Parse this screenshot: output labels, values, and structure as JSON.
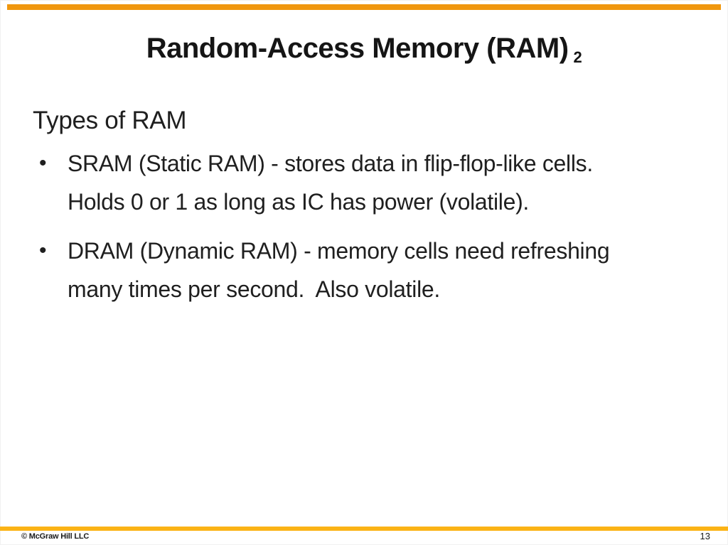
{
  "slide": {
    "title": {
      "text": "Random-Access Memory (RAM)",
      "subscript": "2"
    },
    "heading": "Types of RAM",
    "bullets": [
      {
        "marker": "•",
        "lines": [
          "SRAM (Static RAM) - stores data in flip-flop-like cells.",
          "Holds 0 or 1 as long as IC has power (volatile)."
        ]
      },
      {
        "marker": "•",
        "lines": [
          "DRAM (Dynamic RAM) - memory cells need refreshing",
          "many times per second.  Also volatile."
        ]
      }
    ],
    "footer": {
      "copyright": "© McGraw Hill LLC",
      "page_number": "13"
    },
    "colors": {
      "top_bar": "#F0970E",
      "bottom_bar": "#FBB316",
      "background": "#FFFFFF",
      "text": "#1F1F1F"
    }
  }
}
